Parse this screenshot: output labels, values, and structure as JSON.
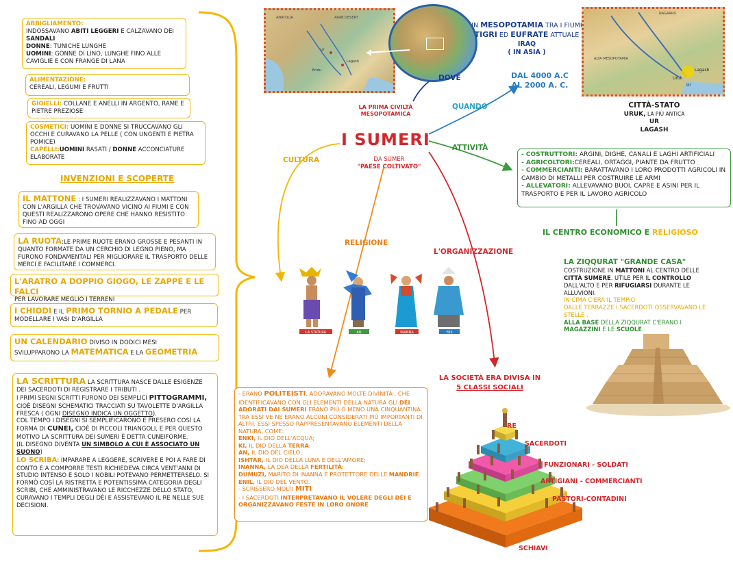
{
  "title": "I SUMERI",
  "subtitle_prefix": "LA PRIMA CIVILTÀ",
  "subtitle_suffix": "MESOPOTAMICA",
  "etymology_1": "DA SUMER",
  "etymology_2": "\"PAESE COLTIVATO\"",
  "connectors": {
    "dove": "DOVE",
    "quando": "QUANDO",
    "attivita": "ATTIVITÀ",
    "cultura": "CULTURA",
    "religione": "RELIGIONE",
    "organizzazione": "L'ORGANIZZAZIONE"
  },
  "where": {
    "l1a": "IN ",
    "l1b": "MESOPOTAMIA",
    "l1c": " TRA I FIUMI",
    "l2a": "TIGRI",
    "l2b": " ED ",
    "l2c": "EUFRATE",
    "l2d": " ATTUALE",
    "l3": "IRAQ",
    "l4": "( IN ASIA )"
  },
  "when": {
    "l1": "DAL 4000 A.C",
    "l2": "AL 2000 A. C."
  },
  "maps": {
    "left_labels": [
      "ANATOLIA",
      "ARAB DESERT",
      "Eridu",
      "Ur",
      "Lagash"
    ],
    "right_labels": [
      "NAGARRO",
      "ALTA MESOPOTAMIA",
      "Uruk",
      "Lagash",
      "Ur"
    ]
  },
  "city": {
    "head": "CITTÀ-STATO",
    "l2a": "URUK,",
    "l2b": " LA PIÙ ANTICA",
    "l3": "UR",
    "l4": "LAGASH"
  },
  "activities": [
    {
      "label": "- COSTRUTTORI:",
      "text": " ARGINI, DIGHE, CANALI E LAGHI ARTIFICIALI"
    },
    {
      "label": "- AGRICOLTORI:",
      "text": "CEREALI, ORTAGGI, PIANTE DA FRUTTO"
    },
    {
      "label": "- COMMERCIANTI:",
      "text": " BARATTAVANO I LORO PRODOTTI AGRICOLI IN CAMBIO DI METALLI PER COSTRUIRE LE ARMI"
    },
    {
      "label": "- ALLEVATORI:",
      "text": " ALLEVAVANO BUOI, CAPRE E ASINI PER IL TRASPORTO E PER IL LAVORO AGRICOLO"
    }
  ],
  "economic_center": {
    "a": "IL CENTRO ECONOMICO E ",
    "b": "RELIGIOSO"
  },
  "ziqqurat": {
    "head": "LA ZIQQURAT \"GRANDE CASA\"",
    "p1a": "COSTRUZIONE IN ",
    "p1b": "MATTONI",
    "p1c": " AL CENTRO DELLE ",
    "p1d": "CITTÀ SUMERE",
    "p1e": ". UTILE PER IL ",
    "p1f": "CONTROLLO",
    "p1g": " DALL'ALTO E PER ",
    "p1h": "RIFUGIARSI",
    "p1i": " DURANTE LE ALLUVIONI.",
    "p2": "IN CIMA C'ERA IL TEMPIO",
    "p3": "DALLE TERRAZZE I SACERDOTI OSSERVAVANO LE STELLE .",
    "p4a": "ALLA BASE",
    "p4b": " DELLA ZIQQURAT C'ERANO I ",
    "p4c": "MAGAZZINI",
    "p4d": " E LE ",
    "p4e": "SCUOLE"
  },
  "clothing": {
    "head": "ABBIGLIAMENTO:",
    "l1a": "INDOSSAVANO ",
    "l1b": "ABITI LEGGERI",
    "l1c": " E CALZAVANO DEI ",
    "l1d": "SANDALI",
    "l2a": "DONNE",
    "l2b": ": TUNICHE LUNGHE",
    "l3a": "UOMINI",
    "l3b": ": GONNE DI LINO, LUNGHE FINO ALLE CAVIGLIE E CON FRANGE DI LANA"
  },
  "food": {
    "head": "ALIMENTAZIONE:",
    "text": "CEREALI, LEGUMI E FRUTTI"
  },
  "jewels": {
    "head": "GIOIELLI:",
    "text": "  COLLANE E ANELLI IN ARGENTO, RAME E PIETRE PREZIOSE"
  },
  "cosmetics": {
    "head": "COSMETICI:",
    "text": "  UOMINI E DONNE SI TRUCCAVANO GLI OCCHI E CURAVANO LA PELLE ( CON UNGENTI E PIETRA POMICE)",
    "head2": "CAPELLI:",
    "t2a": "UOMINI",
    "t2b": " RASATI / ",
    "t2c": "DONNE",
    "t2d": " ACCONCIATURE ELABORATE"
  },
  "inventions_title": "INVENZIONI E SCOPERTE",
  "brick": {
    "head": "IL MATTONE",
    "text": " : I SUMERI REALIZZAVANO I MATTONI CON L'ARGILLA CHE TROVAVANO VICINO AI FIUMI E CON QUESTI REALIZZARONO OPERE CHE HANNO RESISTITO FINO AD OGGI"
  },
  "wheel": {
    "head": "LA RUOTA",
    "text": ":LE PRIME RUOTE ERANO GROSSE E PESANTI IN QUANTO FORMATE DA UN CERCHIO DI LEGNO PIENO, MA FURONO FONDAMENTALI PER MIGLIORARE IL TRASPORTO DELLE MERCI E FACILITARE I COMMERCI."
  },
  "plough": {
    "head": "L'ARATRO A DOPPIO GIOGO, LE ZAPPE E LE FALCI",
    "text": "PER LAVORARE MEGLIO I TERRENI"
  },
  "nails": {
    "head1": "I CHIODI",
    "mid": " E IL ",
    "head2": "PRIMO TORNIO A PEDALE",
    "text": " PER MODELLARE I VASI D'ARGILLA"
  },
  "calendar": {
    "head": "UN CALENDARIO",
    "t1": " DIVISO IN DODICI MESI",
    "t2": "SVILUPPARONO LA ",
    "h2": "MATEMATICA",
    "t3": " E LA ",
    "h3": "GEOMETRIA"
  },
  "writing": {
    "head": "LA SCRITTURA",
    "p1": "  LA SCRITTURA NASCE DALLE ESIGENZE DEI SACERDOTI DI REGISTRARE I TRIBUTI .",
    "p2a": "I PRIMI SEGNI SCRITTI FURONO DEI SEMPLICI ",
    "p2b": "PITTOGRAMMI,",
    "p2c": " CIOÈ DISEGNI SCHEMATICI TRACCIATI SU TAVOLETTE D'ARGILLA FRESCA ( OGNI ",
    "p2d": "DISEGNO INDICA UN OGGETTO",
    "p2e": ").",
    "p3a": "COL TEMPO I DISEGNI SI SEMPLIFICARONO E PRESERO COSÌ LA FORMA DI ",
    "p3b": "CUNEI,",
    "p3c": " CIOÈ DI PICCOLI  TRIANGOLI, E PER QUESTO MOTIVO LA SCRITTURA DEI SUMERI È DETTA CUNEIFORME.",
    "p4a": "(IL DISEGNO DIVENTA ",
    "p4b": "UN SIMBOLO A CUI È ASSOCIATO UN SUONO",
    "p4c": ")",
    "p5a": "LO SCRIBA",
    "p5b": ": IMPARARE A LEGGERE, SCRIVERE E POI A FARE DI CONTO E A COMPORRE TESTI RICHIEDEVA CIRCA VENT'ANNI DI STUDIO INTENSO E SOLO I NOBILI POTEVANO PERMETTERSELO. SI FORMÒ COSÌ LA RISTRETTA E POTENTISSIMA CATEGORIA DEGLI SCRIBI, CHE AMMINISTRAVANO LE RICCHEZZE DELLO STATO, CURAVANO I TEMPLI DEGLI DÈI E ASSISTEVANO IL RE NELLE SUE DECISIONI."
  },
  "gods_names": [
    "LA STATURA",
    "AN",
    "INANNA",
    "ISIS"
  ],
  "religion": {
    "p1a": "- ERANO ",
    "p1b": "POLITEISTI",
    "p1c": ", ADORAVANO MOLTE DIVINITÀ , CHE IDENTIFICAVANO CON GLI ELEMENTI DELLA NATURA GLI ",
    "p1d": "DÈI ADORATI DAI SUMERI",
    "p1e": " ERANO PIÙ O MENO UNA CINQUANTINA. TRA ESSI VE NE ERANO ALCUNI CONSIDERATI PIÙ IMPORTANTI DI ALTRI. ESSI SPESSO RAPPRESENTAVANO ELEMENTI DELLA NATURA, COME:",
    "gods": [
      {
        "n": "ENKI,",
        "t": " IL DIO DELL'ACQUA;"
      },
      {
        "n": "KI,",
        "t": " IL DIO DELLA ",
        "h": "TERRA",
        "e": ";"
      },
      {
        "n": "AN,",
        "t": " IL DIO DEL CIELO;"
      },
      {
        "n": "ISHTAR,",
        "t": " IL DIO DELLA LUNA E DELL'AMORE;"
      },
      {
        "n": "INANNA,",
        "t": " LA DEA DELLA ",
        "h": "FERTILITÀ",
        "e": ";"
      },
      {
        "n": "DUMUZI,",
        "t": " MARITO DI INANNA E PROTETTORE DELLE ",
        "h": "MANDRIE",
        "e": "."
      },
      {
        "n": "ENIL,",
        "t": " IL DIO DEL VENTO."
      }
    ],
    "p2a": "- SCRISSERO MOLTI ",
    "p2b": "MITI",
    "p3a": "- I SACERDOTI ",
    "p3b": "INTERPRETAVANO IL VOLERE DEGLI DÈI E ORGANIZZAVANO FESTE IN LORO ONORE"
  },
  "society": {
    "l1": "LA SOCIETÀ ERA DIVISA IN",
    "l2": "5 CLASSI SOCIALI",
    "levels": [
      "RE",
      "SACERDOTI",
      "FUNZIONARI -  SOLDATI",
      "ARTIGIANI - COMMERCIANTI",
      "PASTORI-CONTADINI",
      "SCHIAVI"
    ]
  },
  "colors": {
    "red": "#d3262b",
    "yellow": "#f2b705",
    "orange": "#f08a1c",
    "green": "#3e9a3e",
    "blue": "#2a7bc0"
  }
}
